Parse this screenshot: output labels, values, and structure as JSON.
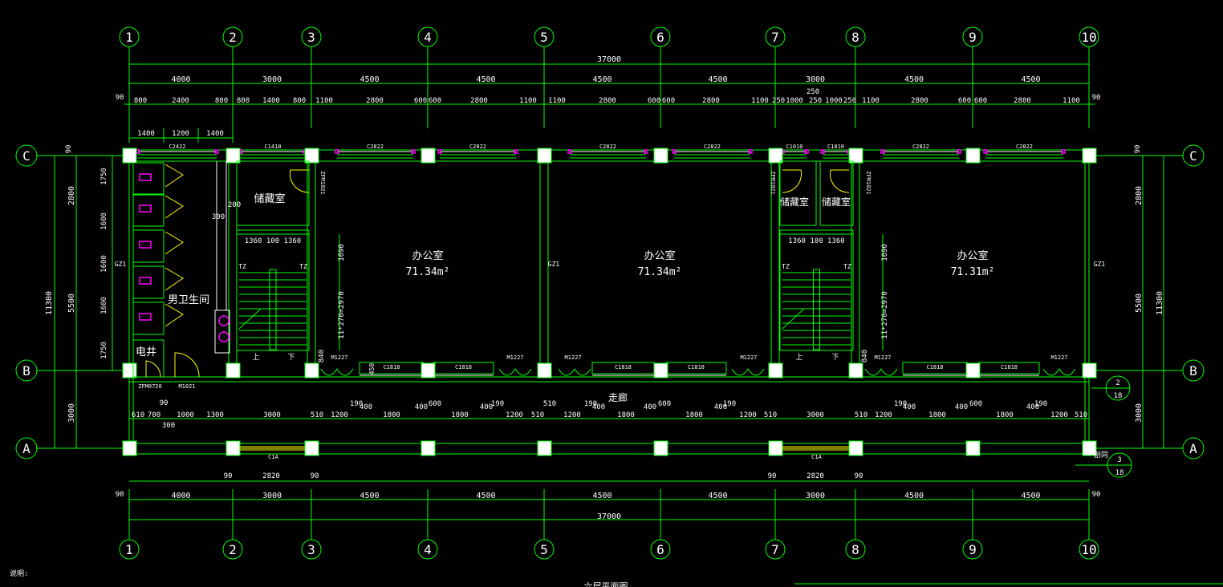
{
  "grid": {
    "columns": [
      "1",
      "2",
      "3",
      "4",
      "5",
      "6",
      "7",
      "8",
      "9",
      "10"
    ],
    "rows": [
      "C",
      "B",
      "A"
    ]
  },
  "dims": {
    "overall": "37000",
    "edge": "90",
    "spans": [
      "4000",
      "3000",
      "4500",
      "4500",
      "4500",
      "4500",
      "3000",
      "4500",
      "4500"
    ],
    "top_detail": [
      "800",
      "2400",
      "800",
      "800",
      "1400",
      "800",
      "1100",
      "2800",
      "600",
      "600",
      "2800",
      "1100",
      "1100",
      "2800",
      "600",
      "600",
      "2800",
      "1100",
      "250",
      "1000",
      "250",
      "1000",
      "250",
      "1100",
      "2800",
      "600",
      "600",
      "2800",
      "1100"
    ],
    "top_extra": "250",
    "toilet_row": [
      "1400",
      "1200",
      "1400"
    ],
    "corridor": [
      "610",
      "700",
      "1000",
      "1300",
      "3000",
      "510",
      "1200",
      "1800",
      "1800",
      "1200",
      "510",
      "1200",
      "1800",
      "1800",
      "1200",
      "510",
      "3000",
      "510",
      "1200",
      "1800",
      "1800",
      "1200",
      "510"
    ],
    "corridor_upper": [
      "90",
      "190",
      "400",
      "400",
      "600",
      "400",
      "190",
      "510",
      "190",
      "400",
      "400",
      "600",
      "400",
      "190",
      "190",
      "400",
      "400",
      "600",
      "400",
      "190"
    ],
    "corridor_below": "300",
    "bottom_window": [
      "90",
      "2820",
      "90",
      "90",
      "2820",
      "90"
    ],
    "left_total": "11300",
    "left_spans": [
      "2800",
      "5500",
      "3000"
    ],
    "toilet_stalls": [
      "1750",
      "1600",
      "1600",
      "1600",
      "1750"
    ],
    "stair_width": "1360 100 1360",
    "stair_h1": "1690",
    "stair_h2": "11*270=2970",
    "sill": "840",
    "small": "450",
    "shaft_a": "200",
    "shaft_b": "300"
  },
  "rooms": {
    "office": "办公室",
    "areas": [
      "71.34m²",
      "71.34m²",
      "71.31m²"
    ],
    "storage": "储藏室",
    "toilet": "男卫生间",
    "shaft": "电井",
    "corridor": "走廊"
  },
  "windows": {
    "top": [
      "C2422",
      "C1410",
      "C2822",
      "C2822",
      "C2822",
      "C2822",
      "C1010",
      "C1010",
      "C2822",
      "C2822"
    ],
    "inner": [
      "C1818",
      "C1818",
      "C1818",
      "C1818",
      "C1818",
      "C1818"
    ],
    "bottom": [
      "C1A",
      "C1A"
    ]
  },
  "doors": {
    "fire": [
      "ZFM1021",
      "ZFM1021",
      "ZFM1021"
    ],
    "shaft_door": "ZFM0720",
    "toilet_door": "M1021",
    "office_doors": [
      "M1227",
      "M1227",
      "M1227",
      "M1227",
      "M1227",
      "M1227"
    ]
  },
  "stairs": {
    "tz": "TZ",
    "up": "上",
    "down": "下"
  },
  "columns_label": "GZ1",
  "section_marks": [
    {
      "top": "2",
      "bottom": "18"
    },
    {
      "top": "3",
      "bottom": "18"
    }
  ],
  "section_note": "剖同",
  "notes_heading": "说明:",
  "drawing_title": "六层平面图",
  "colors": {
    "background": "#000000",
    "lines": "#00ff00",
    "text": "#ffffff",
    "doors": "#ffff00",
    "fixtures": "#ff00ff"
  }
}
